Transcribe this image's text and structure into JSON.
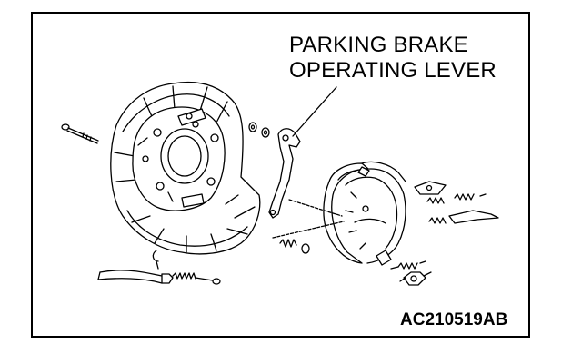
{
  "labels": {
    "callout_line1": "PARKING BRAKE",
    "callout_line2": "OPERATING LEVER"
  },
  "figure_code": "AC210519AB",
  "colors": {
    "ink": "#000000",
    "paper": "#ffffff"
  }
}
